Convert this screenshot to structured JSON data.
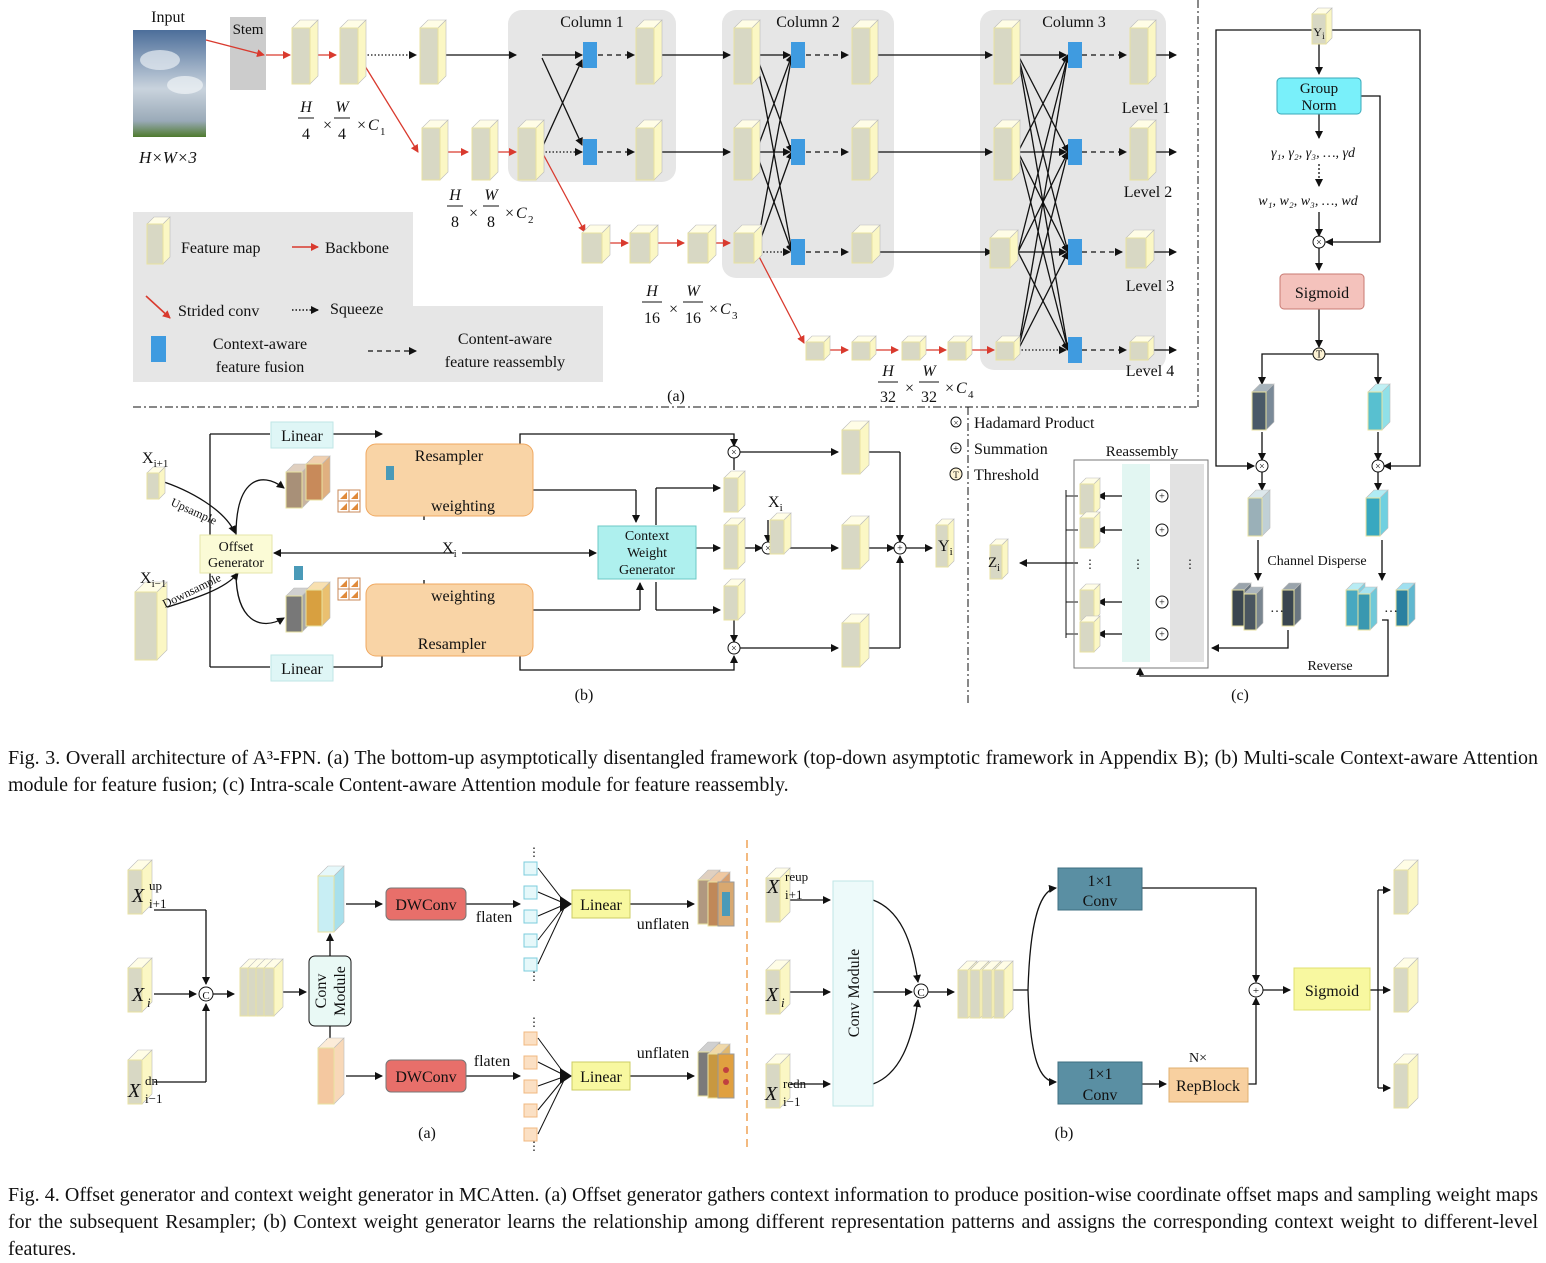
{
  "fig3": {
    "input_label": "Input",
    "input_size": "H×W×3",
    "stem_label": "Stem",
    "columns": [
      "Column 1",
      "Column 2",
      "Column 3"
    ],
    "levels": [
      "Level 1",
      "Level 2",
      "Level 3",
      "Level 4"
    ],
    "dims": [
      {
        "num": "H",
        "den": "4",
        "num2": "W",
        "den2": "4",
        "c": "C",
        "sub": "1"
      },
      {
        "num": "H",
        "den": "8",
        "num2": "W",
        "den2": "8",
        "c": "C",
        "sub": "2"
      },
      {
        "num": "H",
        "den": "16",
        "num2": "W",
        "den2": "16",
        "c": "C",
        "sub": "3"
      },
      {
        "num": "H",
        "den": "32",
        "num2": "W",
        "den2": "32",
        "c": "C",
        "sub": "4"
      }
    ],
    "legend": {
      "feature_map": "Feature map",
      "backbone": "Backbone",
      "strided_conv": "Strided conv",
      "squeeze": "Squeeze",
      "fusion_line1": "Context-aware",
      "fusion_line2": "feature fusion",
      "reassembly_line1": "Content-aware",
      "reassembly_line2": "feature reassembly"
    },
    "panel_a": "(a)",
    "panel_b": "(b)",
    "panel_c": "(c)",
    "b": {
      "x_up": "X",
      "x_up_sub": "i+1",
      "x_dn": "X",
      "x_dn_sub": "i−1",
      "xi": "X",
      "xi_sub": "i",
      "yi": "Y",
      "yi_sub": "i",
      "upsample": "Upsample",
      "downsample": "Downsample",
      "offset_line1": "Offset",
      "offset_line2": "Generator",
      "linear": "Linear",
      "resampler": "Resampler",
      "weighting": "weighting",
      "cwg_line1": "Context",
      "cwg_line2": "Weight",
      "cwg_line3": "Generator"
    },
    "symbols": {
      "hadamard": "Hadamard Product",
      "summation": "Summation",
      "threshold": "Threshold"
    },
    "c": {
      "yi": "Y",
      "yi_sub": "i",
      "zi": "Z",
      "zi_sub": "i",
      "group_norm_line1": "Group",
      "group_norm_line2": "Norm",
      "gammas": "γ₁, γ₂, γ₃, …, γd",
      "weights": "w₁, w₂, w₃, …, wd",
      "sigmoid": "Sigmoid",
      "channel_disperse": "Channel Disperse",
      "reverse": "Reverse",
      "reassembly": "Reassembly"
    },
    "caption": "Fig. 3.  Overall architecture of A³-FPN. (a) The bottom-up asymptotically disentangled framework (top-down asymptotic framework in Appendix B); (b) Multi-scale Context-aware Attention module for feature fusion; (c) Intra-scale Content-aware Attention module for feature reassembly."
  },
  "fig4": {
    "a": {
      "x_up": "X",
      "x_up_sup": "up",
      "x_up_sub": "i+1",
      "xi": "X",
      "xi_sub": "i",
      "x_dn": "X",
      "x_dn_sup": "dn",
      "x_dn_sub": "i−1",
      "concat": "C",
      "conv_line1": "Conv",
      "conv_line2": "Module",
      "dwconv": "DWConv",
      "flaten": "flaten",
      "linear": "Linear",
      "unflaten": "unflaten",
      "unflaten_bottom": "unflaten",
      "panel": "(a)"
    },
    "b": {
      "x_up": "X",
      "x_up_sup": "reup",
      "x_up_sub": "i+1",
      "xi": "X",
      "xi_sub": "i",
      "x_dn": "X",
      "x_dn_sup": "redn",
      "x_dn_sub": "i−1",
      "conv_module": "Conv Module",
      "concat": "C",
      "conv1_line1": "1×1",
      "conv1_line2": "Conv",
      "conv2_line1": "1×1",
      "conv2_line2": "Conv",
      "nx": "N×",
      "repblock": "RepBlock",
      "sigmoid": "Sigmoid",
      "panel": "(b)"
    },
    "caption": "Fig. 4.  Offset generator and context weight generator in MCAtten. (a) Offset generator gathers context information to produce position-wise coordinate offset maps and sampling weight maps for the subsequent Resampler; (b) Context weight generator learns the relationship among different representation patterns and assigns the corresponding context weight to different-level features."
  }
}
